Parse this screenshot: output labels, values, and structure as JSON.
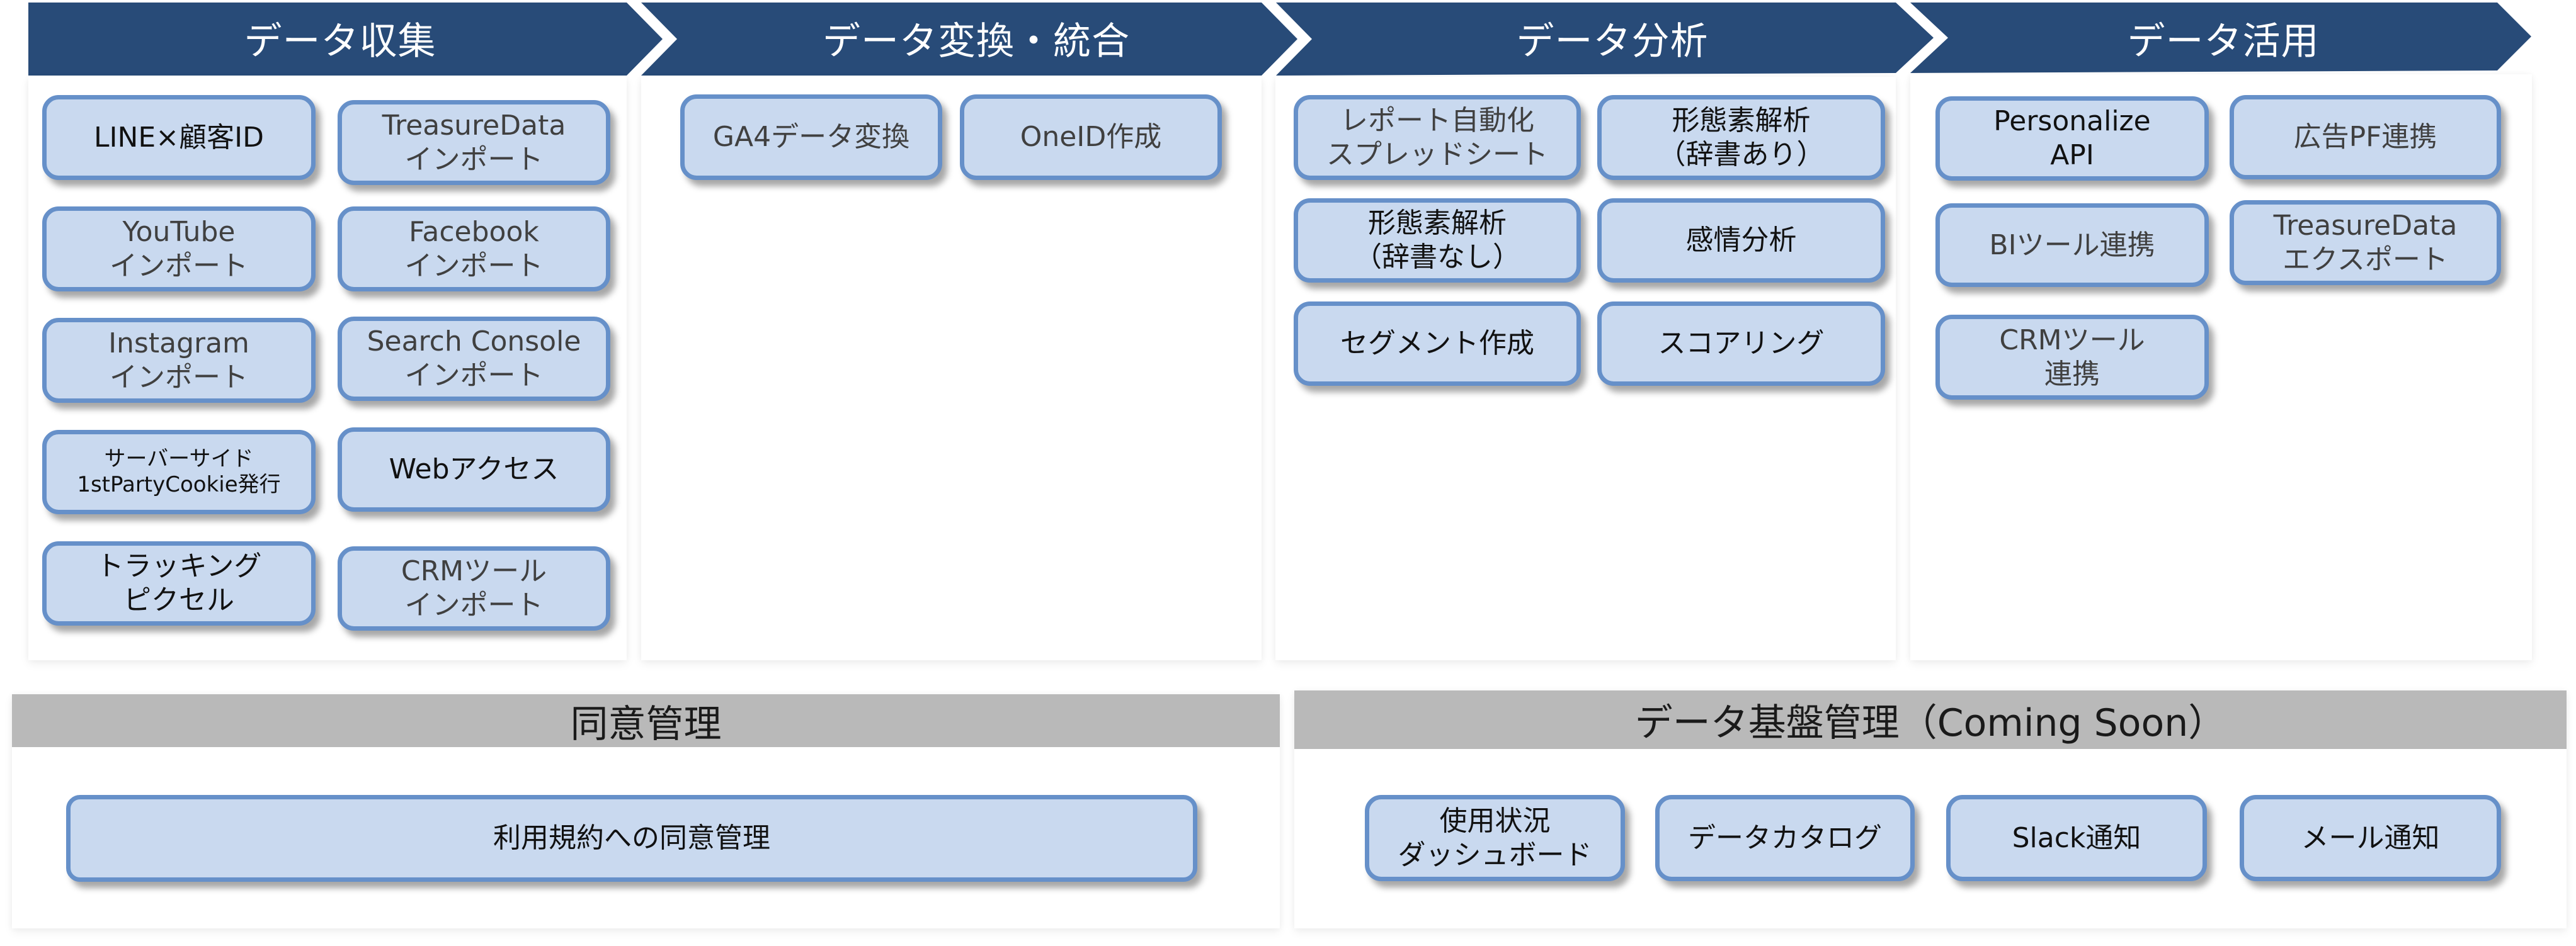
{
  "colors": {
    "stage_header": "#284b78",
    "box_fill": "#c9d9ef",
    "box_border": "#6690c9",
    "section_header_gray": "#b9b9b9"
  },
  "stages": [
    {
      "title": "データ収集",
      "items": [
        {
          "label": "LINE×顧客ID",
          "tone": "dark"
        },
        {
          "label": "TreasureData\nインポート",
          "tone": "gray"
        },
        {
          "label": "YouTube\nインポート",
          "tone": "gray"
        },
        {
          "label": "Facebook\nインポート",
          "tone": "gray"
        },
        {
          "label": "Instagram\nインポート",
          "tone": "gray"
        },
        {
          "label": "Search Console\nインポート",
          "tone": "gray"
        },
        {
          "label": "サーバーサイド\n1stPartyCookie発行",
          "tone": "dark"
        },
        {
          "label": "Webアクセス",
          "tone": "dark"
        },
        {
          "label": "トラッキング\nピクセル",
          "tone": "dark"
        },
        {
          "label": "CRMツール\nインポート",
          "tone": "gray"
        }
      ]
    },
    {
      "title": "データ変換・統合",
      "items": [
        {
          "label": "GA4データ変換",
          "tone": "gray"
        },
        {
          "label": "OneID作成",
          "tone": "gray"
        }
      ]
    },
    {
      "title": "データ分析",
      "items": [
        {
          "label": "レポート自動化\nスプレッドシート",
          "tone": "gray"
        },
        {
          "label": "形態素解析\n（辞書あり）",
          "tone": "dark"
        },
        {
          "label": "形態素解析\n（辞書なし）",
          "tone": "dark"
        },
        {
          "label": "感情分析",
          "tone": "dark"
        },
        {
          "label": "セグメント作成",
          "tone": "dark"
        },
        {
          "label": "スコアリング",
          "tone": "dark"
        }
      ]
    },
    {
      "title": "データ活用",
      "items": [
        {
          "label": "Personalize\nAPI",
          "tone": "dark"
        },
        {
          "label": "広告PF連携",
          "tone": "gray"
        },
        {
          "label": "BIツール連携",
          "tone": "gray"
        },
        {
          "label": "TreasureData\nエクスポート",
          "tone": "gray"
        },
        {
          "label": "CRMツール\n連携",
          "tone": "gray"
        }
      ]
    }
  ],
  "bottom_sections": [
    {
      "title": "同意管理",
      "items": [
        {
          "label": "利用規約への同意管理",
          "tone": "dark"
        }
      ]
    },
    {
      "title": "データ基盤管理（Coming Soon）",
      "items": [
        {
          "label": "使用状況\nダッシュボード",
          "tone": "dark"
        },
        {
          "label": "データカタログ",
          "tone": "dark"
        },
        {
          "label": "Slack通知",
          "tone": "dark"
        },
        {
          "label": "メール通知",
          "tone": "dark"
        }
      ]
    }
  ]
}
